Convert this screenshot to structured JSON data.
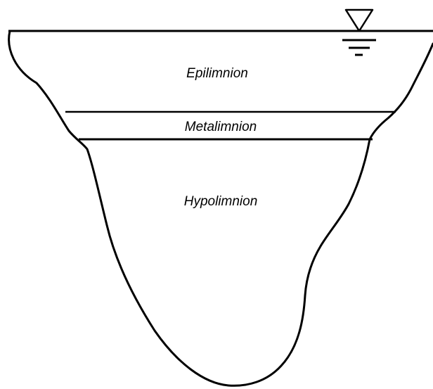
{
  "diagram": {
    "layers": {
      "epilimnion": "Epilimnion",
      "metalimnion": "Metalimnion",
      "hypolimnion": "Hypolimnion"
    },
    "colors": {
      "stroke": "#000000",
      "background": "#ffffff"
    },
    "icons": {
      "water_level": "water-level-icon"
    }
  }
}
